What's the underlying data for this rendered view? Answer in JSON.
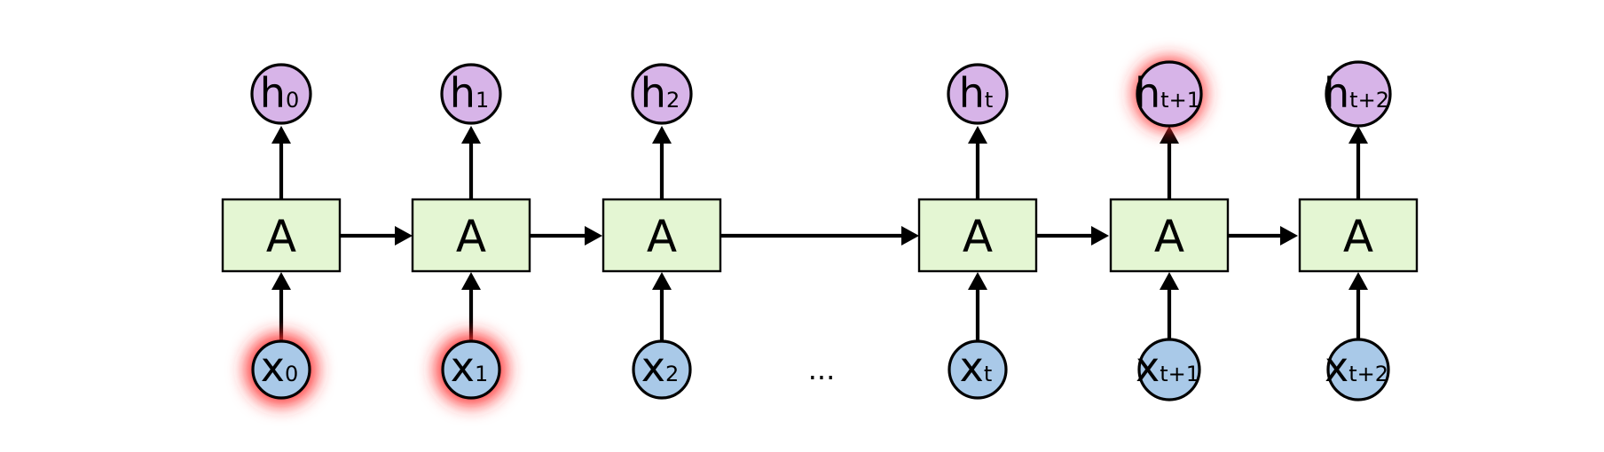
{
  "diagram": {
    "cell_label": "A",
    "ellipsis": "...",
    "colors": {
      "cell_fill": "#e4f6d3",
      "output_fill": "#d7b4e8",
      "input_fill": "#a9c9e8",
      "highlight_glow": "#ff2a2a",
      "stroke": "#000000"
    },
    "steps": [
      {
        "cell": "A",
        "output": {
          "symbol": "h",
          "sub": "0",
          "highlighted": false
        },
        "input": {
          "symbol": "x",
          "sub": "0",
          "highlighted": true
        }
      },
      {
        "cell": "A",
        "output": {
          "symbol": "h",
          "sub": "1",
          "highlighted": false
        },
        "input": {
          "symbol": "x",
          "sub": "1",
          "highlighted": true
        }
      },
      {
        "cell": "A",
        "output": {
          "symbol": "h",
          "sub": "2",
          "highlighted": false
        },
        "input": {
          "symbol": "x",
          "sub": "2",
          "highlighted": false
        }
      },
      {
        "cell": "A",
        "output": {
          "symbol": "h",
          "sub": "t",
          "highlighted": false
        },
        "input": {
          "symbol": "x",
          "sub": "t",
          "highlighted": false
        }
      },
      {
        "cell": "A",
        "output": {
          "symbol": "h",
          "sub": "t+1",
          "highlighted": true
        },
        "input": {
          "symbol": "x",
          "sub": "t+1",
          "highlighted": false
        }
      },
      {
        "cell": "A",
        "output": {
          "symbol": "h",
          "sub": "t+2",
          "highlighted": false
        },
        "input": {
          "symbol": "x",
          "sub": "t+2",
          "highlighted": false
        }
      }
    ]
  }
}
